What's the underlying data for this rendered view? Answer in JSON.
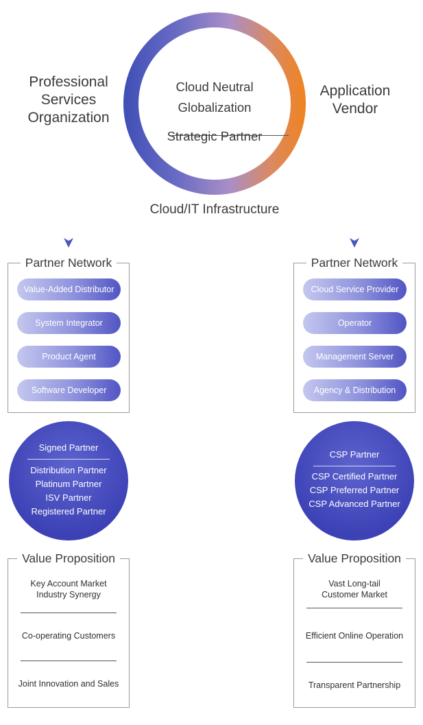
{
  "left_heading": [
    "Professional",
    "Services",
    "Organization"
  ],
  "right_heading": [
    "Application",
    "Vendor"
  ],
  "center": {
    "line1": "Cloud Neutral",
    "line2": "Globalization",
    "line3": "Strategic Partner",
    "infrastructure": "Cloud/IT Infrastructure"
  },
  "left_network": {
    "title": "Partner Network",
    "items": [
      "Value-Added Distributor",
      "System Integrator",
      "Product Agent",
      "Software Developer"
    ]
  },
  "right_network": {
    "title": "Partner Network",
    "items": [
      "Cloud Service Provider",
      "Operator",
      "Management Server",
      "Agency & Distribution"
    ]
  },
  "left_badge": {
    "head": "Signed Partner",
    "items": [
      "Distribution Partner",
      "Platinum Partner",
      "ISV Partner",
      "Registered Partner"
    ]
  },
  "right_badge": {
    "head": "CSP Partner",
    "items": [
      "CSP Certified Partner",
      "CSP Preferred Partner",
      "CSP Advanced Partner"
    ]
  },
  "left_value": {
    "title": "Value Proposition",
    "item1": [
      "Key Account Market",
      "Industry Synergy"
    ],
    "item2": "Co-operating Customers",
    "item3": "Joint Innovation and Sales"
  },
  "right_value": {
    "title": "Value Proposition",
    "item1": [
      "Vast Long-tail",
      "Customer Market"
    ],
    "item2": "Efficient Online Operation",
    "item3": "Transparent Partnership"
  },
  "colors": {
    "left_arrow": "#7e8bcf",
    "right_arrow": "#7e8bcf",
    "ring_left": "#3f4fb6",
    "ring_right": "#f0831f"
  }
}
